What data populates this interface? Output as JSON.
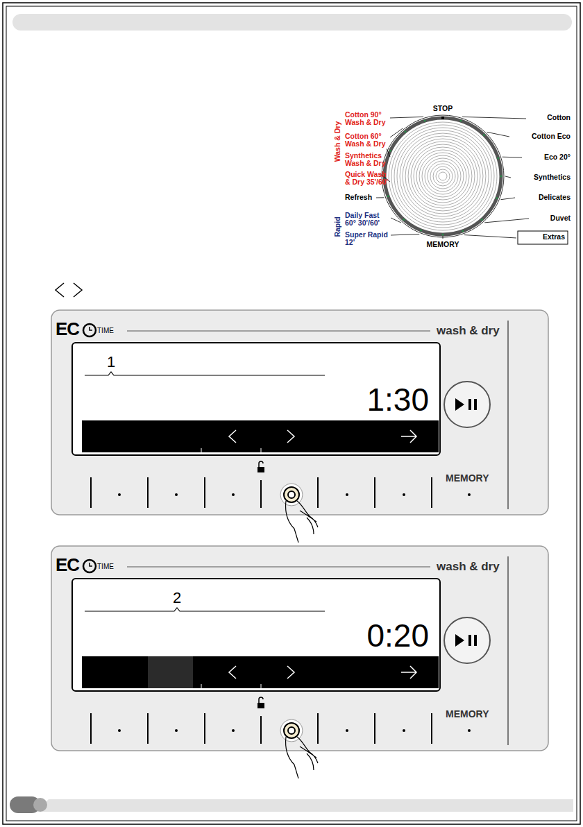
{
  "diagram": {
    "nodes": [
      {
        "text": [
          "Extras"
        ]
      },
      {
        "text": [
          "EC",
          "TIME",
          "wash & dry",
          "MEMORY"
        ]
      },
      {
        "text": [
          "1",
          "1:30"
        ],
        "in": 1
      },
      {
        "text": [
          "EC",
          "TIME",
          "wash & dry",
          "MEMORY"
        ]
      },
      {
        "text": [
          "2",
          "0:20"
        ],
        "in": 3
      }
    ],
    "labels": [
      "STOP",
      "Cotton",
      "Cotton Eco",
      "Eco 20°",
      "Synthetics",
      "Delicates",
      "Duvet",
      "MEMORY",
      "Super Rapid 12'",
      "Daily Fast 60° 30'/60'",
      "Rapid",
      "Refresh",
      "Quick Wash & Dry 35'/60'",
      "Synthetics Wash & Dry",
      "Cotton 60° Wash & Dry",
      "Cotton 90° Wash & Dry",
      "Wash & Dry"
    ]
  }
}
